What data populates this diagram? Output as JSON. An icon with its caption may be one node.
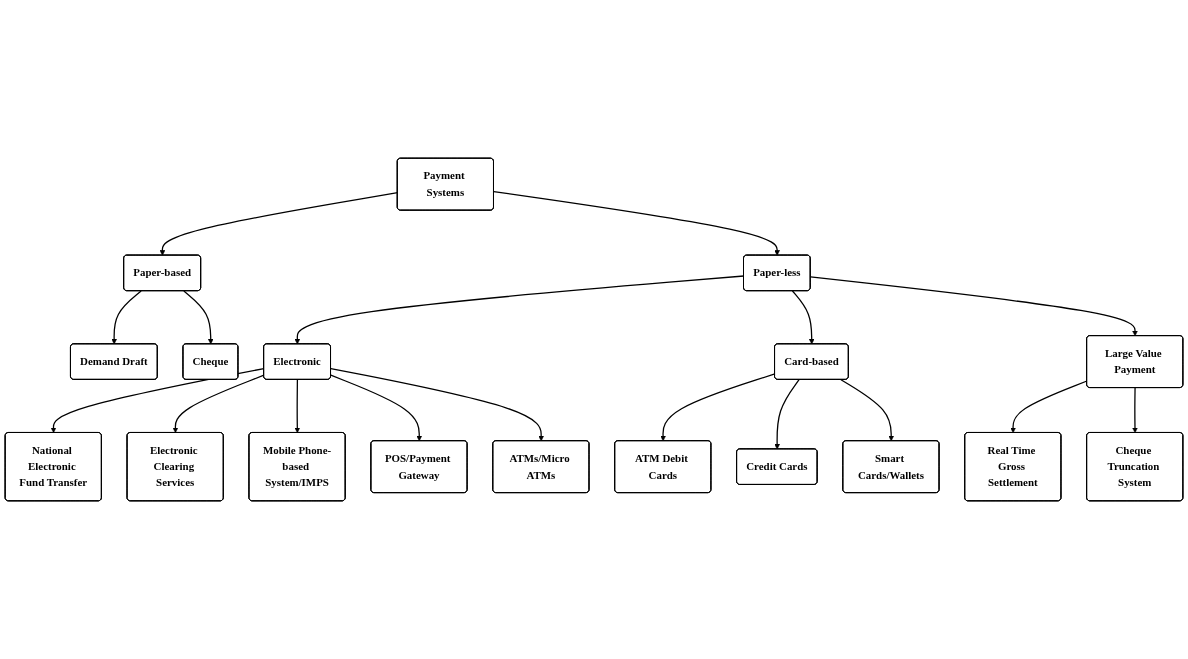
{
  "diagram": {
    "nodes": [
      {
        "text": [
          "Payment Systems"
        ]
      },
      {
        "text": [
          "Paper-based"
        ]
      },
      {
        "text": [
          "Paper-less"
        ]
      },
      {
        "text": [
          "Demand Draft"
        ]
      },
      {
        "text": [
          "Cheque"
        ]
      },
      {
        "text": [
          "Electronic"
        ]
      },
      {
        "text": [
          "Card-based"
        ]
      },
      {
        "text": [
          "Large Value Payment"
        ]
      },
      {
        "text": [
          "National Electronic Fund Transfer"
        ]
      },
      {
        "text": [
          "Electronic Clearing Services"
        ]
      },
      {
        "text": [
          "Mobile Phone-based System/IMPS"
        ]
      },
      {
        "text": [
          "POS/Payment Gateway"
        ]
      },
      {
        "text": [
          "ATMs/Micro ATMs"
        ]
      },
      {
        "text": [
          "ATM Debit Cards"
        ]
      },
      {
        "text": [
          "Credit Cards"
        ]
      },
      {
        "text": [
          "Smart Cards/Wallets"
        ]
      },
      {
        "text": [
          "Real Time Gross Settlement"
        ]
      },
      {
        "text": [
          "Cheque Truncation System"
        ]
      }
    ],
    "edges": [
      {
        "from": 0,
        "to": 1,
        "arrow": "to"
      },
      {
        "from": 0,
        "to": 2,
        "arrow": "to"
      },
      {
        "from": 1,
        "to": 3,
        "arrow": "to"
      },
      {
        "from": 1,
        "to": 4,
        "arrow": "to"
      },
      {
        "from": 2,
        "to": 5,
        "arrow": "to"
      },
      {
        "from": 2,
        "to": 6,
        "arrow": "to"
      },
      {
        "from": 2,
        "to": 7,
        "arrow": "to"
      },
      {
        "from": 5,
        "to": 8,
        "arrow": "to"
      },
      {
        "from": 5,
        "to": 9,
        "arrow": "to"
      },
      {
        "from": 5,
        "to": 10,
        "arrow": "to"
      },
      {
        "from": 5,
        "to": 11,
        "arrow": "to"
      },
      {
        "from": 5,
        "to": 12,
        "arrow": "to"
      },
      {
        "from": 6,
        "to": 13,
        "arrow": "to"
      },
      {
        "from": 6,
        "to": 14,
        "arrow": "to"
      },
      {
        "from": 6,
        "to": 15,
        "arrow": "to"
      },
      {
        "from": 7,
        "to": 16,
        "arrow": "to"
      },
      {
        "from": 7,
        "to": 17,
        "arrow": "to"
      }
    ]
  }
}
